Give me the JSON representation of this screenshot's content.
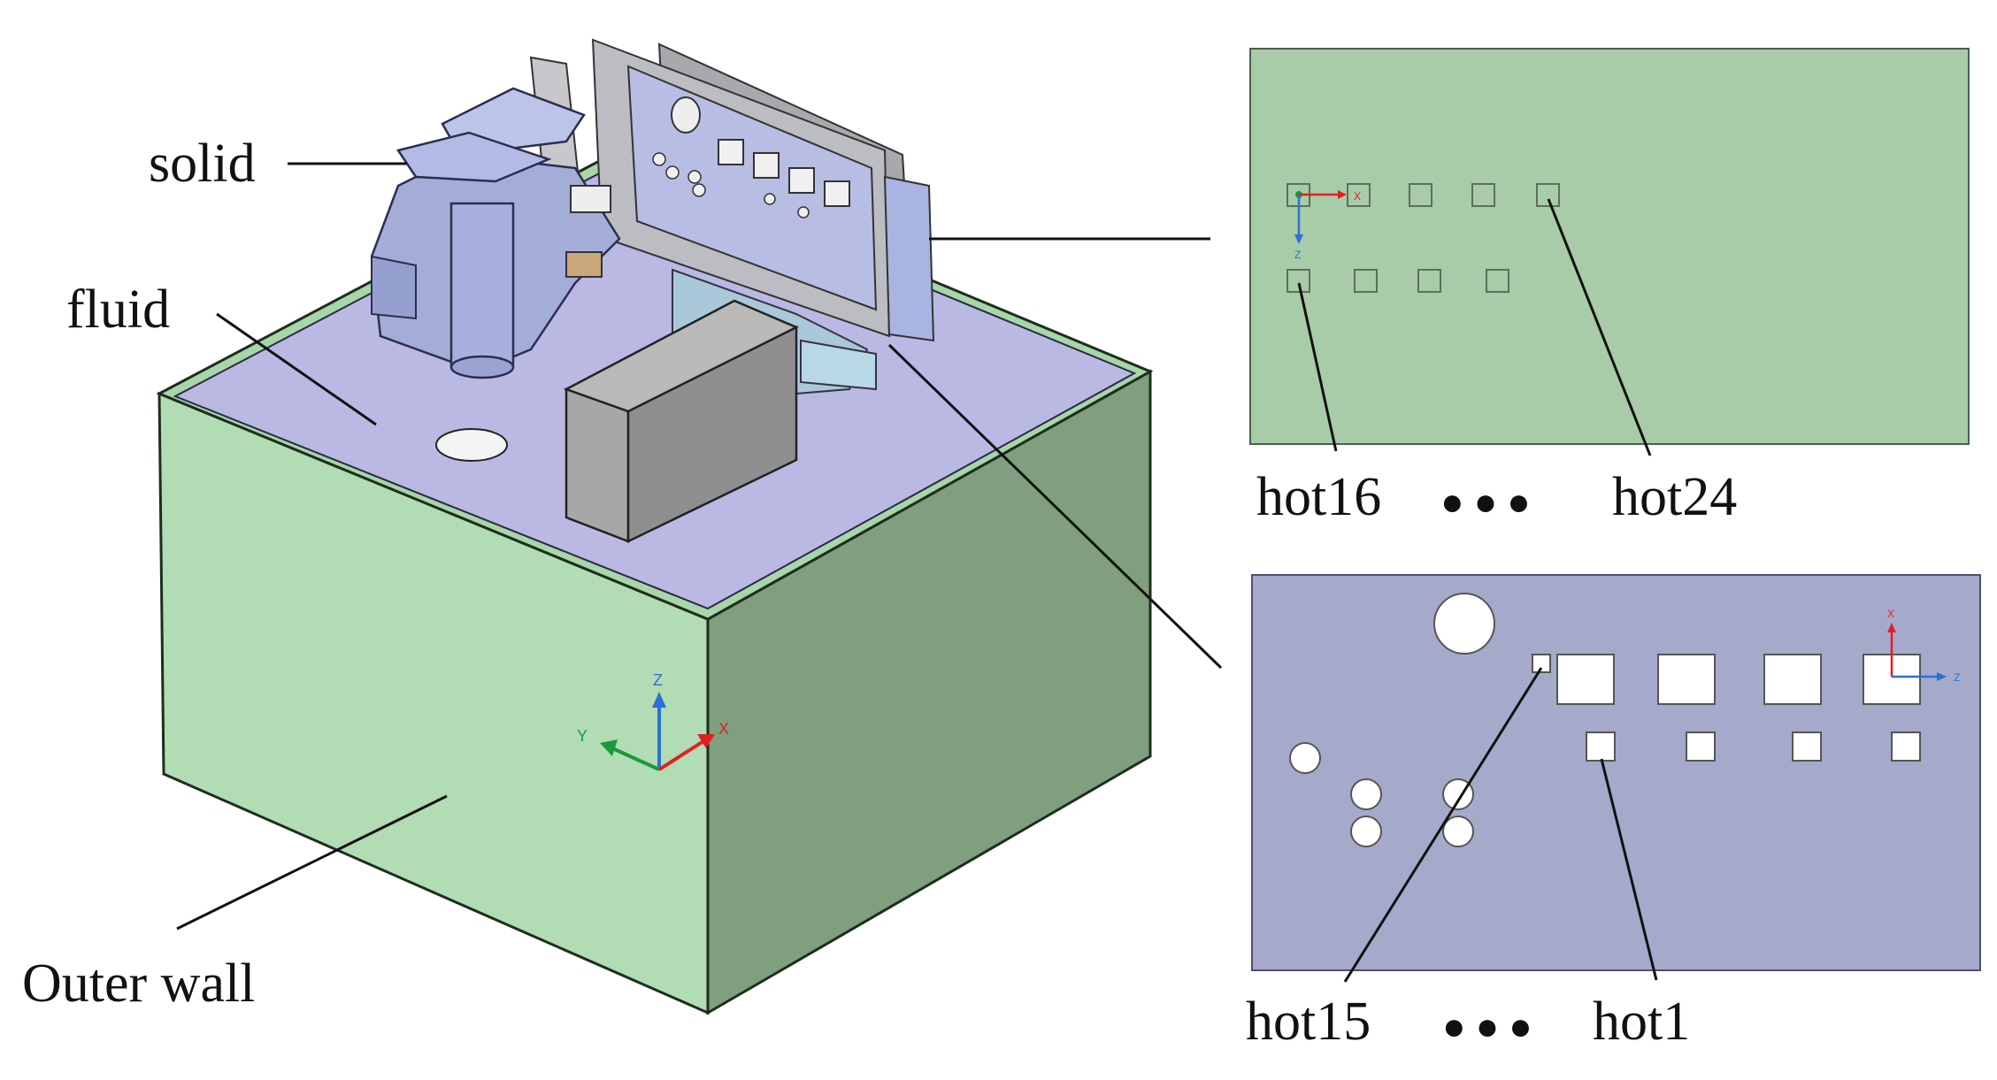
{
  "labels": {
    "solid": "solid",
    "fluid": "fluid",
    "outer_wall": "Outer wall",
    "hot16": "hot16",
    "hot24": "hot24",
    "hot15": "hot15",
    "hot1": "hot1",
    "ellipsis": "● ● ●"
  },
  "axes": {
    "x": "X",
    "y": "Y",
    "z": "Z"
  },
  "colors": {
    "outer_wall_front": "#b2dcb3",
    "outer_wall_side": "#7f9f7f",
    "fluid_top": "#b9b9e4",
    "solid_part": "#a4add8",
    "top_panel": "#a8cba8",
    "bottom_panel": "#a5aaca",
    "relay_box": "#9c9c9c",
    "axis_x": "#e02020",
    "axis_y": "#1a9a3a",
    "axis_z": "#2b6fd6"
  }
}
